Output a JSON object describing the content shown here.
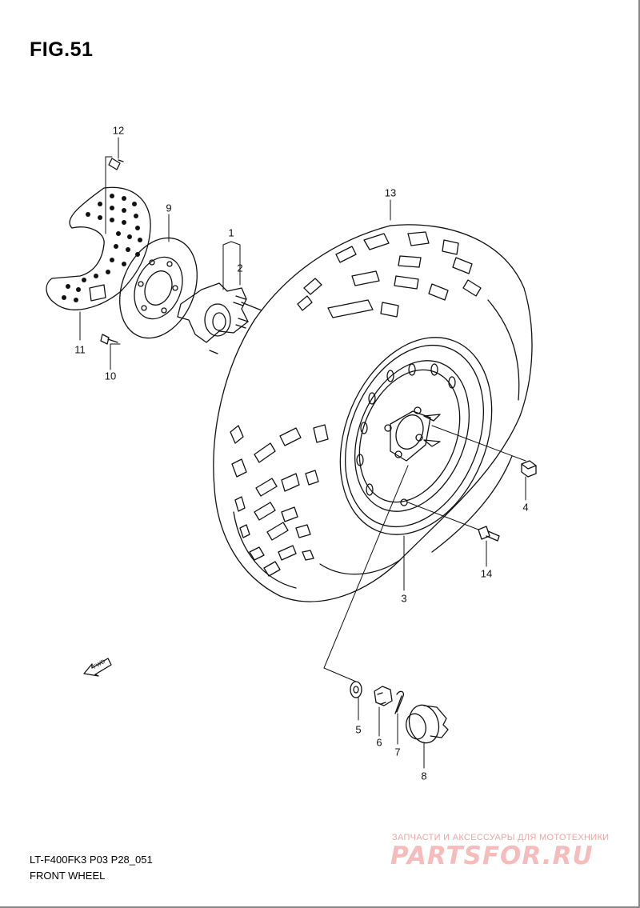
{
  "figure": {
    "title": "FIG.51"
  },
  "callouts": [
    {
      "id": "1",
      "text": "1"
    },
    {
      "id": "2",
      "text": "2"
    },
    {
      "id": "3",
      "text": "3"
    },
    {
      "id": "4",
      "text": "4"
    },
    {
      "id": "5",
      "text": "5"
    },
    {
      "id": "6",
      "text": "6"
    },
    {
      "id": "7",
      "text": "7"
    },
    {
      "id": "8",
      "text": "8"
    },
    {
      "id": "9",
      "text": "9"
    },
    {
      "id": "10",
      "text": "10"
    },
    {
      "id": "11",
      "text": "11"
    },
    {
      "id": "12",
      "text": "12"
    },
    {
      "id": "13",
      "text": "13"
    },
    {
      "id": "14",
      "text": "14"
    }
  ],
  "direction_marker": {
    "text": "FWD"
  },
  "footer": {
    "model_code": "LT-F400FK3 P03 P28_051",
    "section_name": "FRONT WHEEL"
  },
  "watermark": {
    "tagline": "ЗАПЧАСТИ И АКСЕССУАРЫ ДЛЯ МОТОТЕХНИКИ",
    "logo": "PARTSFOR.RU"
  }
}
